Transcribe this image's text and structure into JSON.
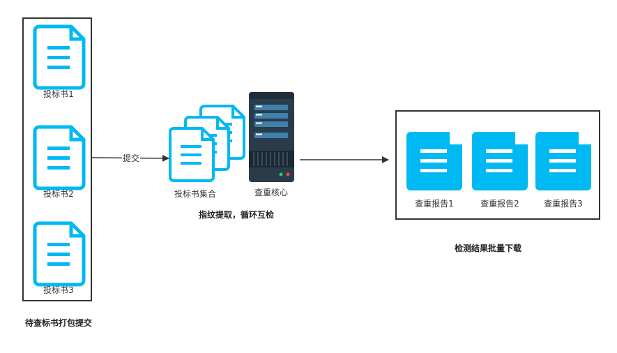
{
  "colors": {
    "doc_blue": "#00B9F2",
    "doc_lines": "#ffffff",
    "server_body": "#2a3b4c",
    "border": "#333333",
    "arrow": "#333333"
  },
  "icons": {
    "document": "document-icon",
    "server": "server-icon"
  },
  "input_group": {
    "docs": [
      {
        "label": "投标书1"
      },
      {
        "label": "投标书2"
      },
      {
        "label": "投标书3"
      }
    ],
    "caption": "待查标书打包提交"
  },
  "arrow_submit_label": "提交",
  "collection": {
    "label": "投标书集合",
    "caption": "指纹提取，循环互检"
  },
  "server": {
    "label": "查重核心"
  },
  "output_group": {
    "reports": [
      {
        "label": "查重报告1"
      },
      {
        "label": "查重报告2"
      },
      {
        "label": "查重报告3"
      }
    ],
    "caption": "检测结果批量下载"
  }
}
